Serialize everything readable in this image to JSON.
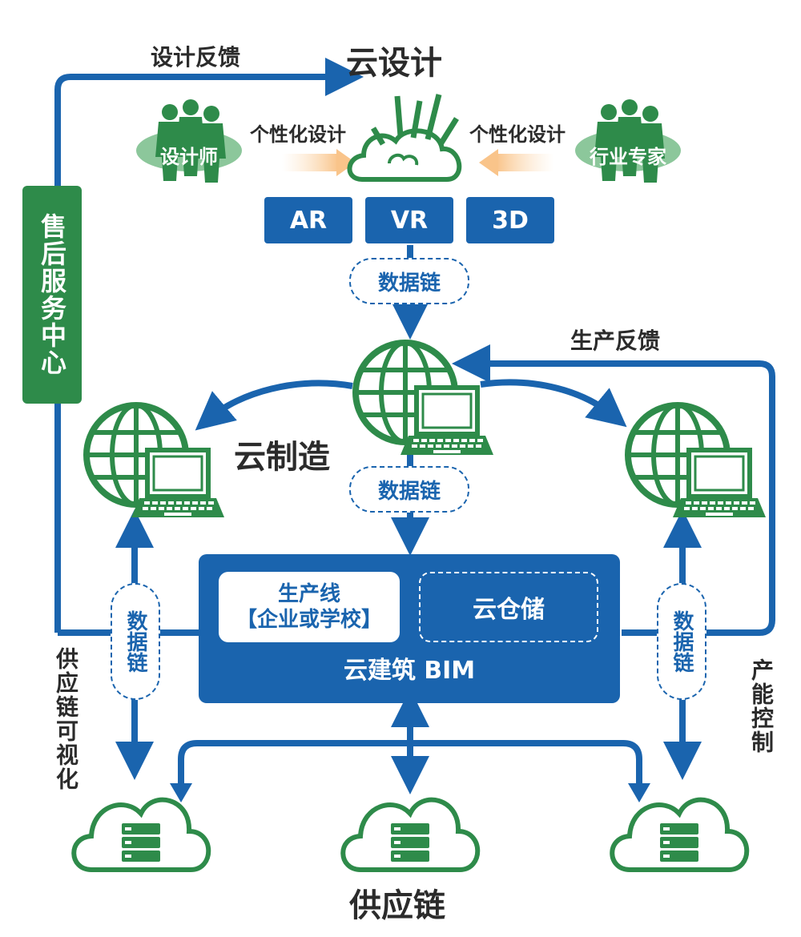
{
  "cloud_design": {
    "title": "云设计",
    "feedback_label": "设计反馈",
    "designer_label": "设计师",
    "expert_label": "行业专家",
    "personalized_left": "个性化设计",
    "personalized_right": "个性化设计",
    "tech_buttons": [
      "AR",
      "VR",
      "3D"
    ]
  },
  "data_chain": {
    "top": "数据链",
    "middle": "数据链",
    "left": "数据链",
    "right": "数据链"
  },
  "cloud_manufacturing": {
    "title": "云制造",
    "feedback_label": "生产反馈"
  },
  "after_sales": {
    "label": "售后服务中心"
  },
  "bim": {
    "production_line_title": "生产线",
    "production_line_subtitle": "【企业或学校】",
    "storage": "云仓储",
    "label": "云建筑 BIM"
  },
  "side_labels": {
    "supply_visualization": "供应链可视化",
    "capacity_control": "产能控制"
  },
  "supply_chain": {
    "title": "供应链"
  },
  "colors": {
    "blue": "#1a64ae",
    "green": "#2e8b4a",
    "light_green": "#8cc79b"
  }
}
